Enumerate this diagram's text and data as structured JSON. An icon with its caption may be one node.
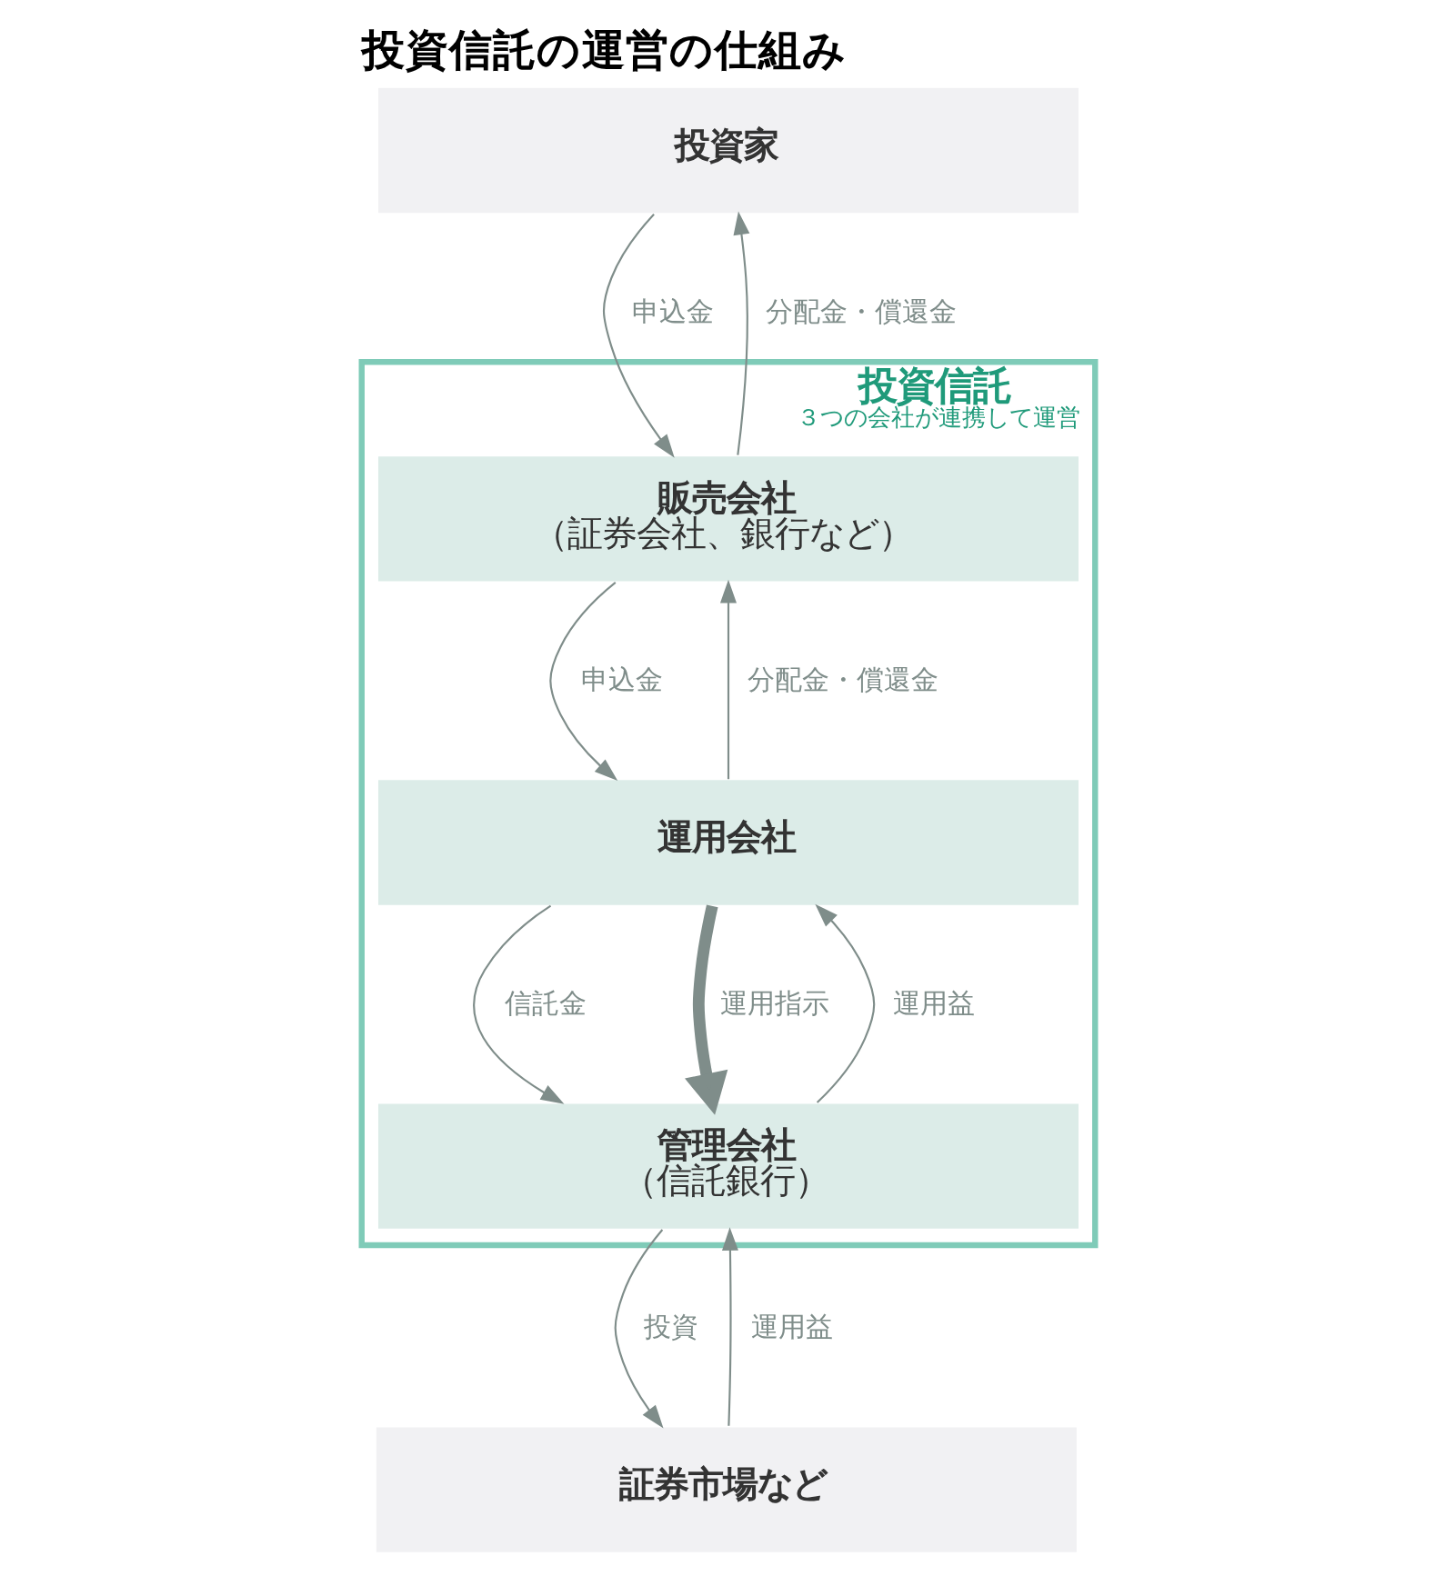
{
  "diagram": {
    "title": "投資信託の運営の仕組み",
    "nodes": [
      {
        "text": [
          "投資家"
        ]
      },
      {
        "text": [
          "投資信託",
          "３つの会社が連携して運営"
        ]
      },
      {
        "text": [
          "販売会社",
          "（証券会社、銀行など）"
        ],
        "in": 1
      },
      {
        "text": [
          "運用会社"
        ],
        "in": 1
      },
      {
        "text": [
          "管理会社",
          "（信託銀行）"
        ],
        "in": 1
      },
      {
        "text": [
          "証券市場など"
        ]
      }
    ],
    "edges": [
      {
        "from": 0,
        "to": 2,
        "arrow": "to",
        "label": "申込金"
      },
      {
        "from": 2,
        "to": 0,
        "arrow": "to",
        "label": "分配金・償還金"
      },
      {
        "from": 2,
        "to": 3,
        "arrow": "to",
        "label": "申込金"
      },
      {
        "from": 3,
        "to": 2,
        "arrow": "to",
        "label": "分配金・償還金"
      },
      {
        "from": 3,
        "to": 4,
        "arrow": "to",
        "label": "信託金"
      },
      {
        "from": 3,
        "to": 4,
        "arrow": "to",
        "label": "運用指示",
        "style": "thick"
      },
      {
        "from": 4,
        "to": 3,
        "arrow": "to",
        "label": "運用益"
      },
      {
        "from": 4,
        "to": 5,
        "arrow": "to",
        "label": "投資"
      },
      {
        "from": 5,
        "to": 4,
        "arrow": "to",
        "label": "運用益"
      }
    ]
  }
}
